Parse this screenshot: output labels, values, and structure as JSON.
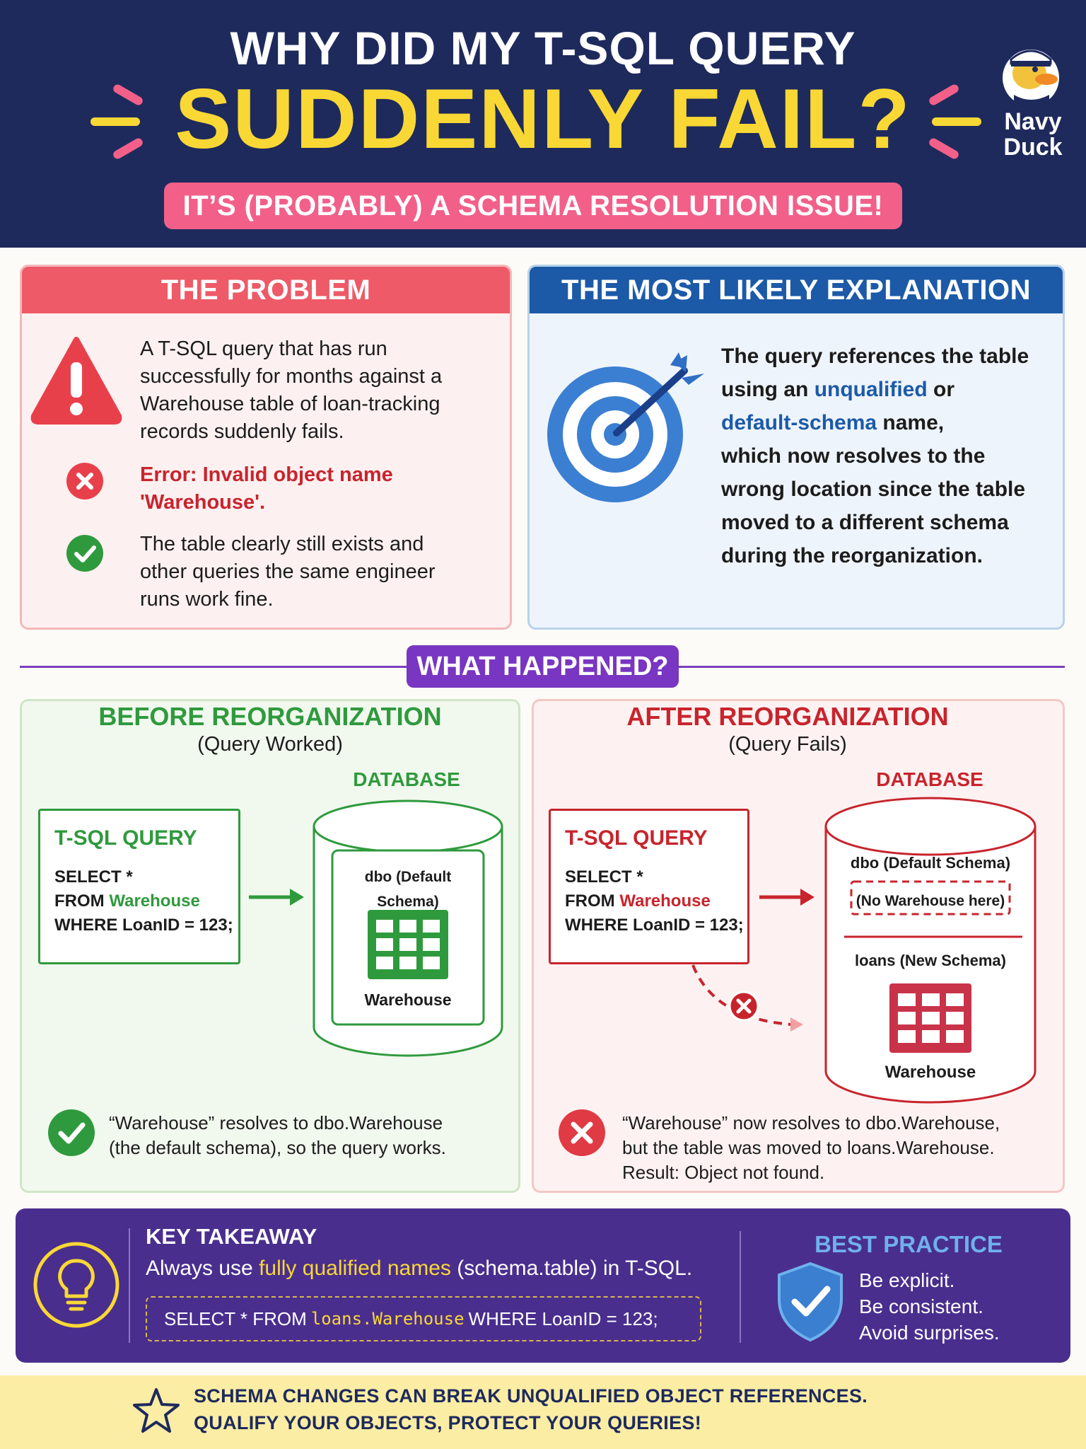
{
  "header": {
    "title_line1": "WHY DID MY T-SQL QUERY",
    "title_line2": "SUDDENLY FAIL?",
    "subtitle": "IT’S (PROBABLY) A SCHEMA RESOLUTION ISSUE!",
    "logo_line1": "Navy",
    "logo_line2": "Duck",
    "logo_icon": "duck-mascot-icon"
  },
  "problem": {
    "title": "THE PROBLEM",
    "description": [
      "A T-SQL query that has run",
      "successfully for months against a",
      "Warehouse table of loan-tracking",
      "records suddenly fails."
    ],
    "error": [
      "Error: Invalid object name",
      "'Warehouse'."
    ],
    "note": [
      "The table clearly still exists and",
      "other queries the same engineer",
      "runs work fine."
    ],
    "icons": [
      "warning-icon",
      "error-x-icon",
      "success-check-icon"
    ]
  },
  "explanation": {
    "title": "THE MOST LIKELY EXPLANATION",
    "line1": "The query references the table",
    "line2_pre": "using an ",
    "line2_hl": "unqualified",
    "line2_post": " or",
    "line3_hl": "default-schema",
    "line3_post": " name,",
    "line4": "which now resolves to the",
    "line5": "wrong location since the table",
    "line6": "moved to a different schema",
    "line7": "during the reorganization.",
    "icon": "target-dart-icon"
  },
  "what_happened": "WHAT HAPPENED?",
  "before": {
    "title": "BEFORE REORGANIZATION",
    "subtitle": "(Query Worked)",
    "db_label": "DATABASE",
    "query_title": "T-SQL QUERY",
    "query_line1": "SELECT *",
    "query_from": "FROM ",
    "query_table": "Warehouse",
    "query_line3": "WHERE LoanID = 123;",
    "schema_label": "dbo (Default Schema)",
    "table_label": "Warehouse",
    "result": [
      "“Warehouse” resolves to dbo.Warehouse",
      "(the default schema), so the query works."
    ],
    "colors": {
      "accent": "#2f9a3d"
    }
  },
  "after": {
    "title": "AFTER REORGANIZATION",
    "subtitle": "(Query Fails)",
    "db_label": "DATABASE",
    "query_title": "T-SQL QUERY",
    "query_line1": "SELECT *",
    "query_from": "FROM ",
    "query_table": "Warehouse",
    "query_line3": "WHERE LoanID = 123;",
    "schema1_label": "dbo (Default Schema)",
    "missing_label": "(No Warehouse here)",
    "schema2_label": "loans (New Schema)",
    "table_label": "Warehouse",
    "result": [
      "“Warehouse” now resolves to dbo.Warehouse,",
      "but the table was moved to loans.Warehouse.",
      "Result: Object not found."
    ],
    "colors": {
      "accent": "#c8242d"
    }
  },
  "takeaway": {
    "title": "KEY TAKEAWAY",
    "text_pre": "Always use ",
    "text_hl": "fully qualified names",
    "text_post": " (schema.table) in T-SQL.",
    "code_pre": "SELECT * FROM",
    "code_hl": "loans.Warehouse",
    "code_post": "WHERE LoanID = 123;",
    "icon": "lightbulb-icon"
  },
  "best_practice": {
    "title": "BEST PRACTICE",
    "lines": [
      "Be explicit.",
      "Be consistent.",
      "Avoid surprises."
    ],
    "icon": "shield-check-icon"
  },
  "footer": {
    "line1": "SCHEMA CHANGES CAN BREAK UNQUALIFIED OBJECT REFERENCES.",
    "line2": "QUALIFY YOUR OBJECTS, PROTECT YOUR QUERIES!",
    "icon": "star-icon"
  },
  "colors": {
    "navy": "#1e2a5c",
    "yellow": "#f9d835",
    "pink": "#f2608a",
    "purple": "#7836c2",
    "blue": "#1c5aa8",
    "green": "#2f9a3d",
    "red": "#c8242d"
  }
}
